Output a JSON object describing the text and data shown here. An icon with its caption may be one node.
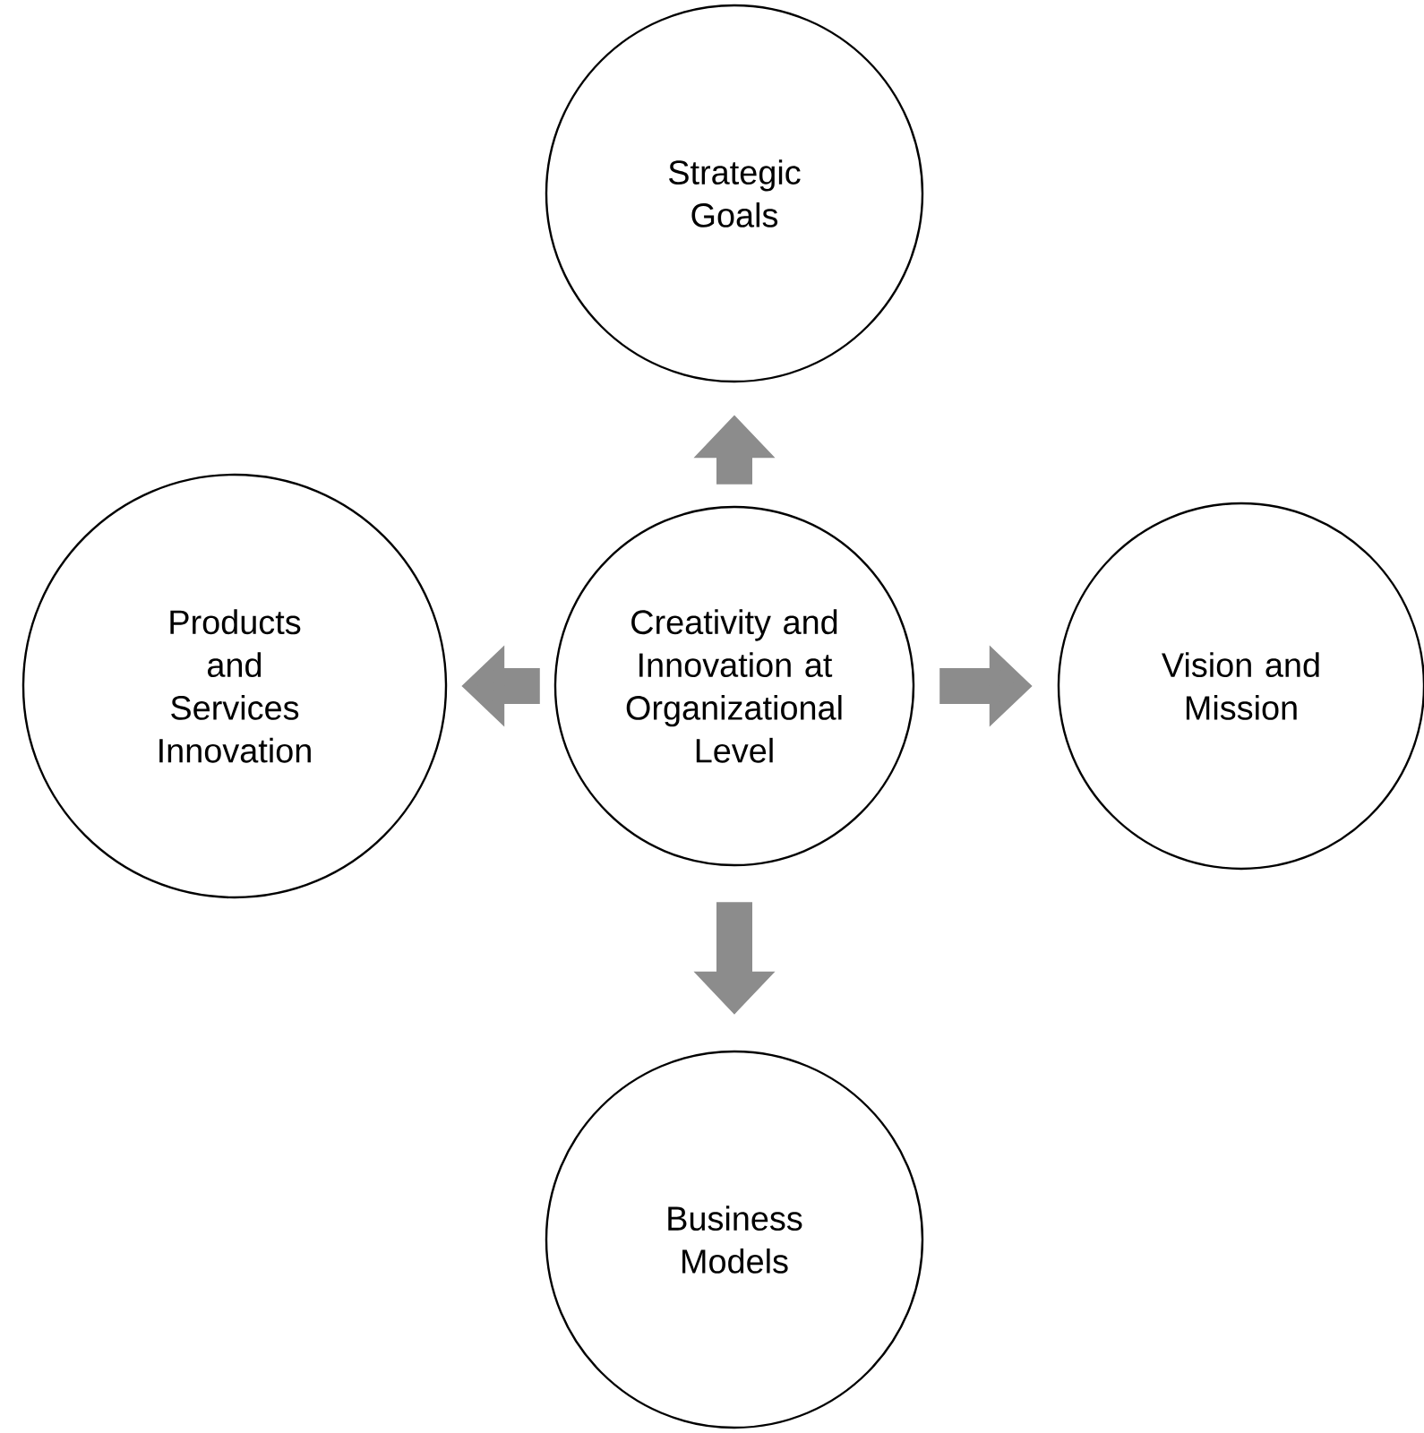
{
  "diagram": {
    "nodes": [
      {
        "text": [
          "Strategic Goals"
        ]
      },
      {
        "text": [
          "Products and Services Innovation"
        ]
      },
      {
        "text": [
          "Creativity and Innovation at Organizational Level"
        ]
      },
      {
        "text": [
          "Vision and Mission"
        ]
      },
      {
        "text": [
          "Business Models"
        ]
      }
    ],
    "edges": [
      {
        "from": 2,
        "to": 0,
        "arrow": "to"
      },
      {
        "from": 2,
        "to": 1,
        "arrow": "to"
      },
      {
        "from": 2,
        "to": 3,
        "arrow": "to"
      },
      {
        "from": 2,
        "to": 4,
        "arrow": "to"
      }
    ]
  }
}
